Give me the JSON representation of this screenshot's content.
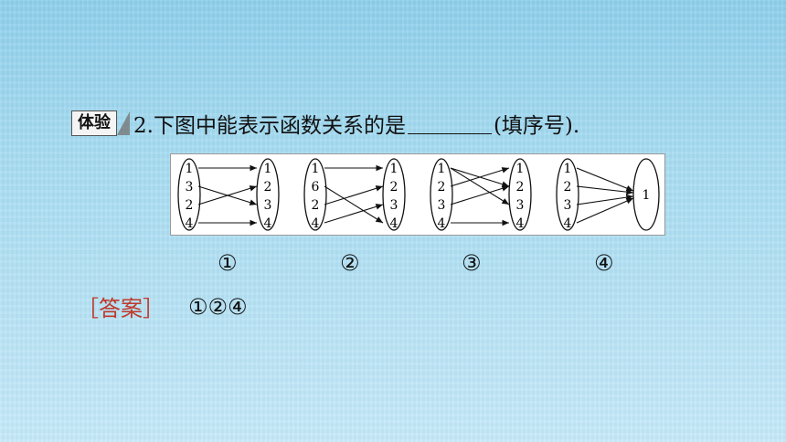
{
  "question": {
    "badge": "体验",
    "text_before": "2.下图中能表示函数关系的是",
    "text_after": "(填序号)."
  },
  "diagrams": [
    {
      "label": "①",
      "left": [
        "1",
        "3",
        "2",
        "4"
      ],
      "right": [
        "1",
        "2",
        "3",
        "4"
      ]
    },
    {
      "label": "②",
      "left": [
        "1",
        "6",
        "2",
        "4"
      ],
      "right": [
        "1",
        "2",
        "3",
        "4"
      ]
    },
    {
      "label": "③",
      "left": [
        "1",
        "2",
        "3",
        "4"
      ],
      "right": [
        "1",
        "2",
        "3",
        "4"
      ]
    },
    {
      "label": "④",
      "left": [
        "1",
        "2",
        "3",
        "4"
      ],
      "right": [
        "1"
      ]
    }
  ],
  "answer": {
    "label": "［答案］",
    "value": "①②④"
  }
}
